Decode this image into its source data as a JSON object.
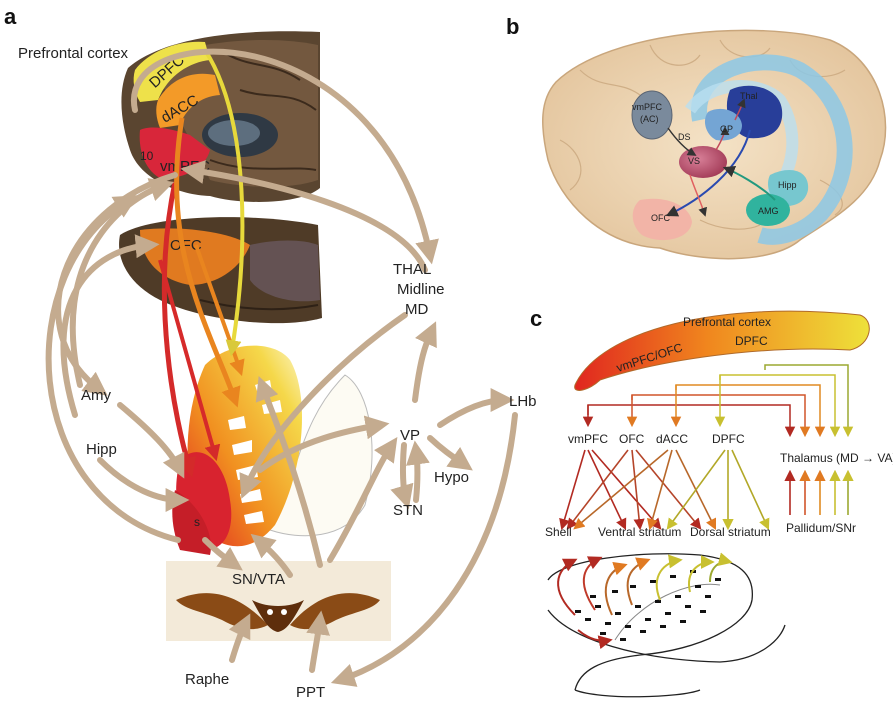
{
  "panel_a": {
    "letter": "a",
    "regions": {
      "prefrontal_cortex": "Prefrontal cortex",
      "dpfc": "DPFC",
      "dacc": "dACC",
      "num10": "10",
      "vmpfc": "vmPFC",
      "ofc": "OFC",
      "thal1": "THAL",
      "thal2": "Midline",
      "thal3": "MD",
      "amy": "Amy",
      "hipp": "Hipp",
      "s": "s",
      "vp": "VP",
      "lhb": "LHb",
      "hypo": "Hypo",
      "stn": "STN",
      "snvta": "SN/VTA",
      "raphe": "Raphe",
      "ppt": "PPT"
    }
  },
  "panel_b": {
    "letter": "b",
    "regions": {
      "vmpfc": "vmPFC",
      "ac": "(AC)",
      "thal": "Thal",
      "gp": "GP",
      "ds": "DS",
      "vs": "VS",
      "hipp": "Hipp",
      "amg": "AMG",
      "ofc": "OFC"
    }
  },
  "panel_c": {
    "letter": "c",
    "cortex_label": "Prefrontal cortex",
    "vmpfc_ofc": "vmPFC/OFC",
    "dpfc_top": "DPFC",
    "sources": [
      "vmPFC",
      "OFC",
      "dACC",
      "DPFC"
    ],
    "targets": [
      "Shell",
      "Ventral striatum",
      "Dorsal striatum"
    ],
    "thalamus": "Thalamus (MD → VA)",
    "pallidum": "Pallidum/SNr"
  },
  "colors": {
    "tan_arrow": "#c7b299",
    "red": "#d8232a",
    "orange": "#ef8a1e",
    "yellow": "#e8d83a",
    "brain_tan": "#ead2b0"
  }
}
